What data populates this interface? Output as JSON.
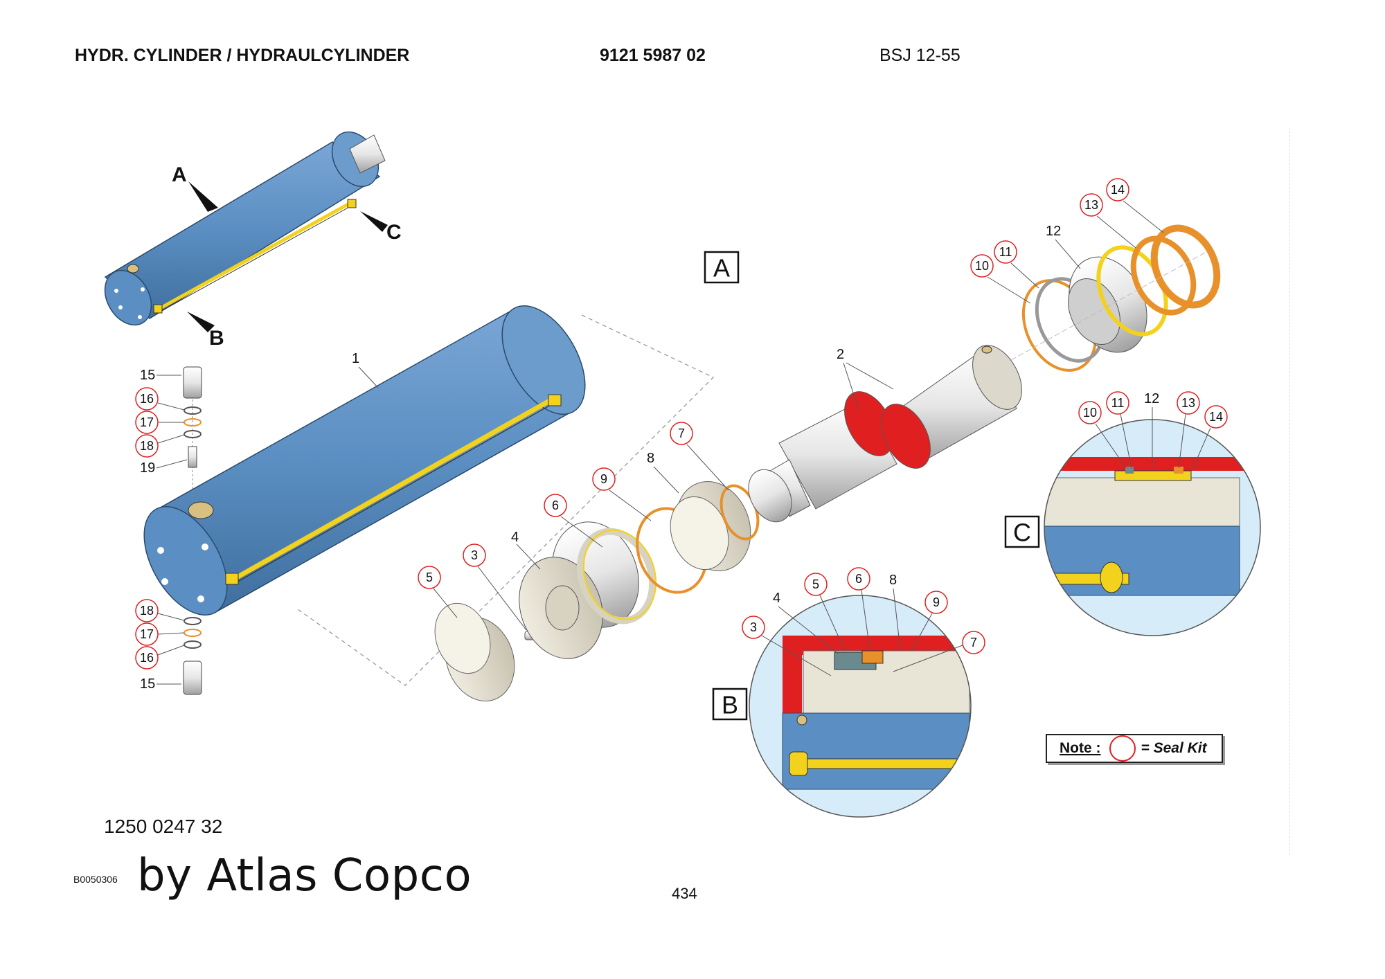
{
  "header": {
    "title": "HYDR. CYLINDER / HYDRAULCYLINDER",
    "part_number": "9121 5987 02",
    "model": "BSJ 12-55"
  },
  "views": {
    "a": "A",
    "b": "B",
    "c": "C"
  },
  "pointers": {
    "a": "A",
    "b": "B",
    "c": "C"
  },
  "callouts": {
    "p1": "1",
    "p2": "2",
    "p3": "3",
    "p4": "4",
    "p5": "5",
    "p6": "6",
    "p7": "7",
    "p8": "8",
    "p9": "9",
    "p10": "10",
    "p11": "11",
    "p12": "12",
    "p13": "13",
    "p14": "14",
    "p15": "15",
    "p16": "16",
    "p17": "17",
    "p18": "18",
    "p19": "19"
  },
  "note": {
    "label": "Note :",
    "text": "= Seal Kit"
  },
  "footer": {
    "doc_number": "1250 0247 32",
    "code": "B0050306",
    "brand": "by Atlas Copco",
    "page": "434"
  },
  "colors": {
    "cylinder_blue": "#5b8ec2",
    "seal_red": "#e02020",
    "tube_yellow": "#f2d21c",
    "detail_bg": "#d6ecf8",
    "orange_ring": "#e8902a"
  }
}
